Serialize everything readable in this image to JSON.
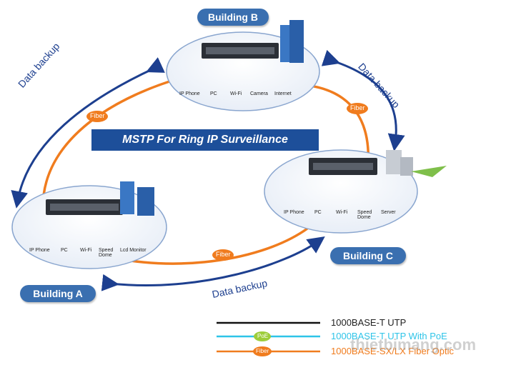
{
  "title": "MSTP For Ring IP Surveillance Application",
  "buildings": {
    "a": "Building A",
    "b": "Building B",
    "c": "Building C"
  },
  "backup_label": "Data backup",
  "fiber_label": "Fiber",
  "poe_label": "PoE",
  "devices": {
    "b": [
      "IP Phone",
      "PC",
      "Wi-Fi",
      "Camera",
      "Internet"
    ],
    "a": [
      "IP Phone",
      "PC",
      "Wi-Fi",
      "Speed Dome",
      "Lcd Monitor"
    ],
    "c": [
      "IP Phone",
      "PC",
      "Wi-Fi",
      "Speed Dome",
      "Server"
    ]
  },
  "legend": [
    {
      "label": "1000BASE-T UTP",
      "color": "#111111"
    },
    {
      "label": "1000BASE-T UTP With PoE",
      "color": "#2ec4e8"
    },
    {
      "label": "1000BASE-SX/LX Fiber Optic",
      "color": "#f07c1e"
    }
  ],
  "watermark": "thietbimang.com",
  "colors": {
    "fiber": "#f07c1e",
    "backup_arrow": "#1d3f8f",
    "pill": "#3a6fb0",
    "poe": "#2ec4e8"
  }
}
